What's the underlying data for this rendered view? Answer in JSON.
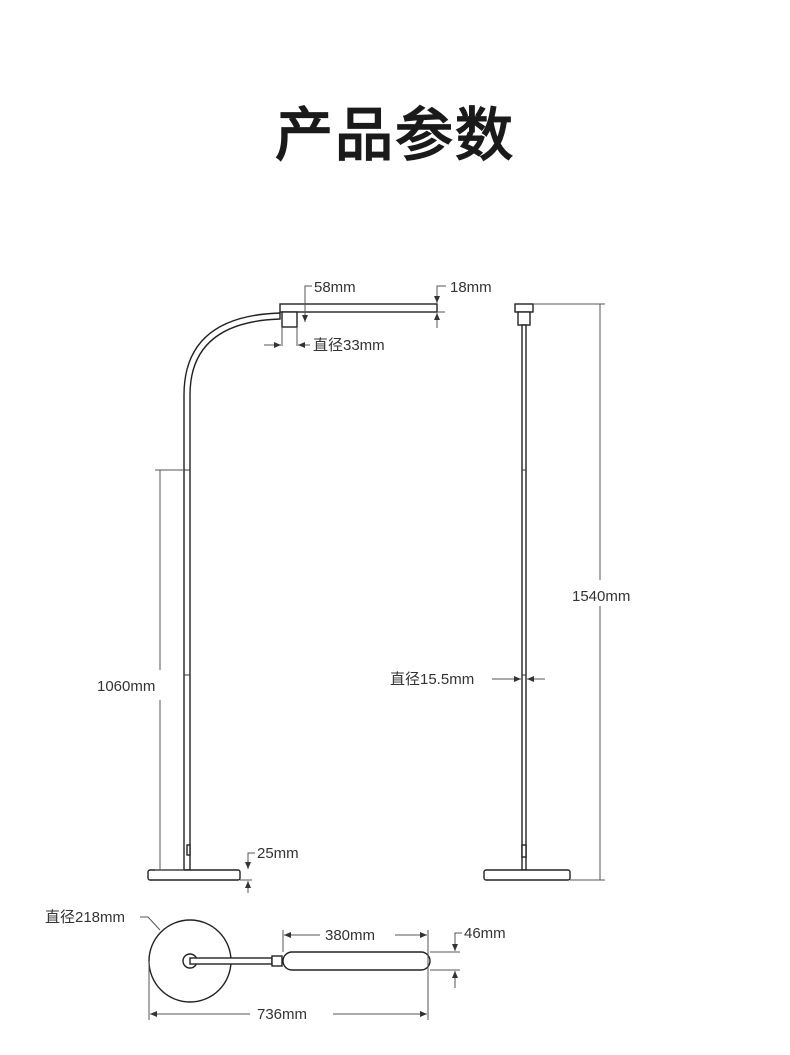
{
  "title": "产品参数",
  "dimensions": {
    "head_thickness": "58mm",
    "head_height": "18mm",
    "joint_diameter": "直径33mm",
    "adjustable_height": "1060mm",
    "base_thickness": "25mm",
    "total_height": "1540mm",
    "pole_diameter": "直径15.5mm",
    "base_diameter": "直径218mm",
    "head_length": "380mm",
    "head_width": "46mm",
    "total_length": "736mm"
  }
}
